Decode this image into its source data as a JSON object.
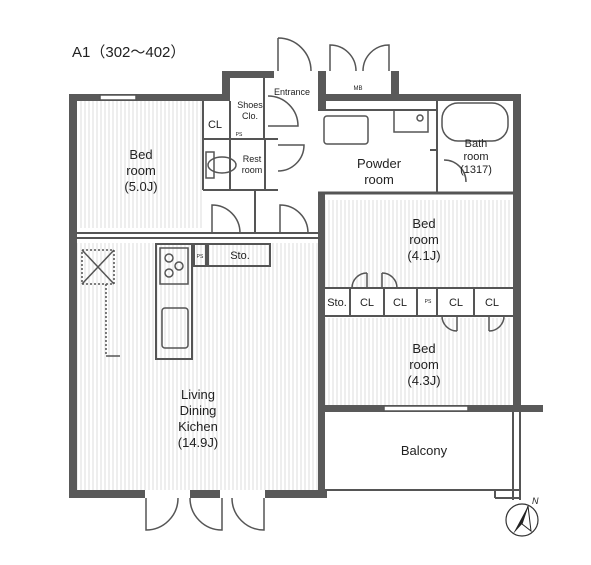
{
  "plan": {
    "title": "A1（302～402）",
    "colors": {
      "wall": "#595959",
      "line": "#555555",
      "floor_hatch": "#d9d9d9",
      "text": "#222222",
      "paper": "#ffffff"
    },
    "rooms": {
      "bed1": {
        "name": "Bed",
        "name2": "room",
        "size": "(5.0J)"
      },
      "bed2": {
        "name": "Bed",
        "name2": "room",
        "size": "(4.1J)"
      },
      "bed3": {
        "name": "Bed",
        "name2": "room",
        "size": "(4.3J)"
      },
      "living": {
        "line1": "Living",
        "line2": "Dining",
        "line3": "Kichen",
        "size": "(14.9J)"
      },
      "powder": {
        "line1": "Powder",
        "line2": "room"
      },
      "bath": {
        "line1": "Bath",
        "line2": "room",
        "size": "(1317)"
      },
      "rest": {
        "line1": "Rest",
        "line2": "room"
      },
      "shoes": {
        "line1": "Shoes",
        "line2": "Clo."
      },
      "entrance": "Entrance",
      "balcony": "Balcony"
    },
    "storage": {
      "cl_bed1": "CL",
      "sto_kitchen": "Sto.",
      "sto_bed": "Sto.",
      "cl1": "CL",
      "cl2": "CL",
      "cl3": "CL",
      "cl4": "CL"
    },
    "small_marks": {
      "ps": "PS",
      "mb": "MB"
    },
    "compass": {
      "label": "N",
      "icon": "north-arrow-icon"
    }
  }
}
